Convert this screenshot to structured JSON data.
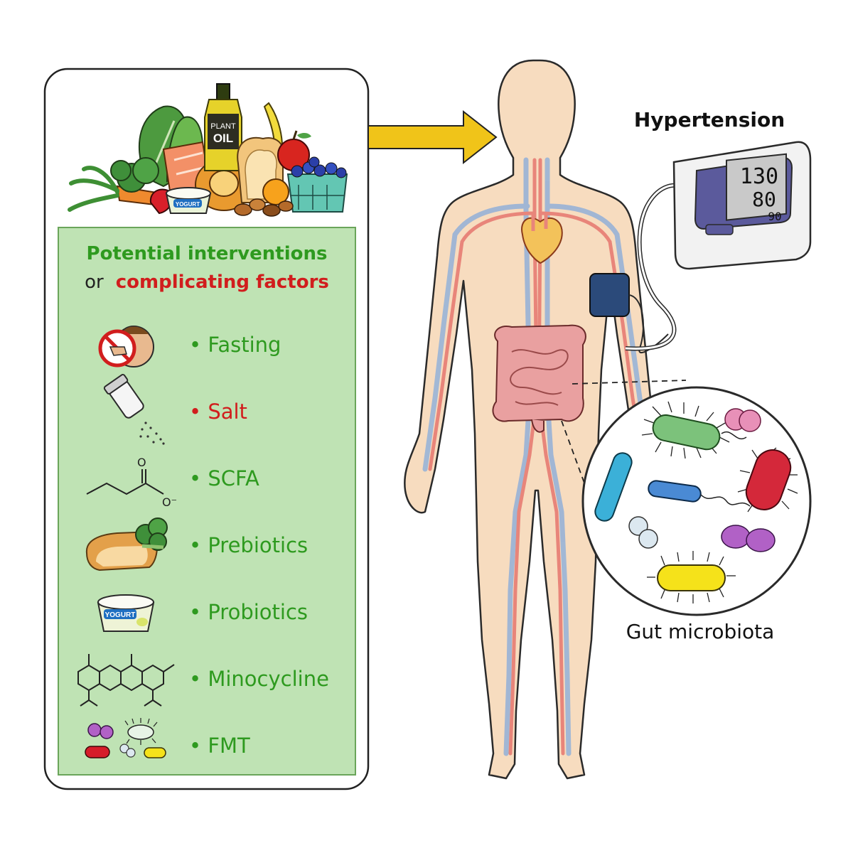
{
  "panel": {
    "title_line1": "Potential interventions",
    "title_line2_prefix": "or",
    "title_line2_emph": "complicating factors",
    "food_labels": {
      "oil_line1": "PLANT",
      "oil_line2": "OIL",
      "yogurt": "YOGURT"
    },
    "items": [
      {
        "label": "Fasting",
        "color": "#2e9a1f",
        "icon": "no-eating-icon"
      },
      {
        "label": "Salt",
        "color": "#d11d1d",
        "icon": "salt-shaker-icon"
      },
      {
        "label": "SCFA",
        "color": "#2e9a1f",
        "icon": "butyrate-molecule-icon"
      },
      {
        "label": "Prebiotics",
        "color": "#2e9a1f",
        "icon": "bread-broccoli-icon"
      },
      {
        "label": "Probiotics",
        "color": "#2e9a1f",
        "icon": "yogurt-cup-icon"
      },
      {
        "label": "Minocycline",
        "color": "#2e9a1f",
        "icon": "minocycline-molecule-icon"
      },
      {
        "label": "FMT",
        "color": "#2e9a1f",
        "icon": "microbes-icon"
      }
    ],
    "yogurt_icon_label": "YOGURT",
    "scfa_atom_o": "O",
    "scfa_atom_o_minus": "O⁻"
  },
  "hypertension": {
    "title": "Hypertension",
    "monitor": {
      "systolic": "130",
      "diastolic": "80",
      "pulse": "90"
    }
  },
  "microbiota": {
    "label": "Gut microbiota"
  },
  "colors": {
    "panel_fill": "#bfe3b4",
    "panel_border": "#6aa55a",
    "arrow": "#f0c419",
    "skin": "#f7dcbf",
    "artery": "#e8857a",
    "vein": "#9db5d6"
  }
}
